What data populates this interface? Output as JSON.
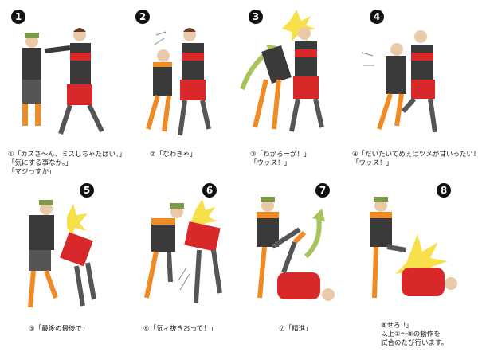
{
  "panels": [
    {
      "number": "1",
      "caption": "①「カズさ〜ん、ミスしちゃたばい。」\n「気にする事なか。」\n「マジっすか」"
    },
    {
      "number": "2",
      "caption": "②「なわきゃ」"
    },
    {
      "number": "3",
      "caption": "③「ねかろーが！」\n「ウッス！」"
    },
    {
      "number": "4",
      "caption": "④「だいたいてめぇはツメが甘いったい！」\n「ウッス！」"
    },
    {
      "number": "5",
      "caption": "⑤「最後の最後で」"
    },
    {
      "number": "6",
      "caption": "⑥「気ィ抜きおって！」"
    },
    {
      "number": "7",
      "caption": "⑦「精進」"
    },
    {
      "number": "8",
      "caption": "⑧せろ!!」\n以上①〜⑧の動作を\n試合のたび行います。"
    }
  ],
  "colors": {
    "jersey_red": "#d8282a",
    "jersey_dark": "#3a3a3a",
    "orange": "#f08a24",
    "cap_green": "#7d9a4a",
    "arrow_green": "#a6c45a",
    "impact_yellow": "#f7e04a"
  }
}
